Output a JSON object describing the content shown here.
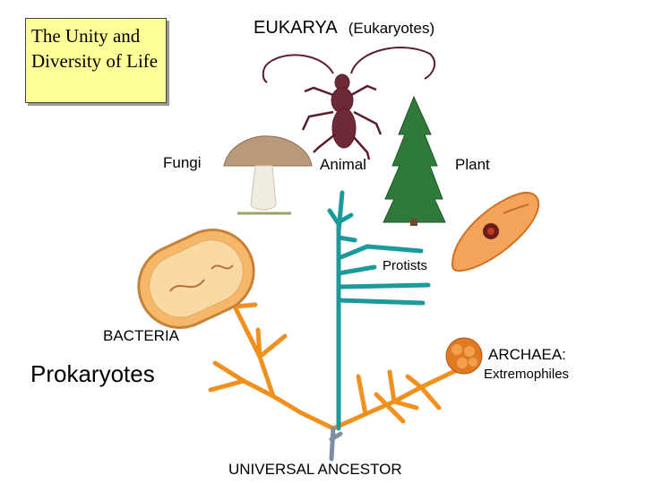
{
  "title": "The Unity and Diversity of Life",
  "domains": {
    "eukarya": "EUKARYA",
    "eukarya_sub": "(Eukaryotes)",
    "bacteria": "BACTERIA",
    "prokaryotes": "Prokaryotes",
    "archaea": "ARCHAEA:",
    "archaea_sub": "Extremophiles"
  },
  "groups": {
    "fungi": "Fungi",
    "animal": "Animal",
    "plant": "Plant",
    "protists": "Protists"
  },
  "root": "UNIVERSAL ANCESTOR",
  "colors": {
    "eukarya_branch": "#1a9a9a",
    "bacteria_branch": "#f0901e",
    "root_branch": "#7f8ea0",
    "title_box": "#ffff99"
  }
}
